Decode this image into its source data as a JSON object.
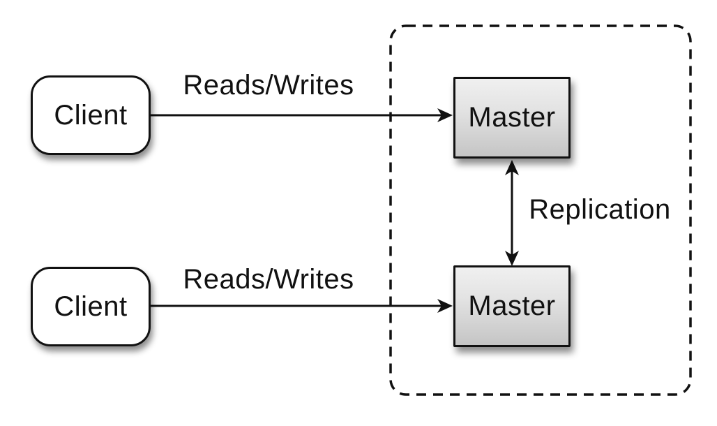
{
  "nodes": {
    "client_top": {
      "label": "Client"
    },
    "client_bottom": {
      "label": "Client"
    },
    "master_top": {
      "label": "Master"
    },
    "master_bottom": {
      "label": "Master"
    }
  },
  "edge_labels": {
    "reads_writes_top": "Reads/Writes",
    "reads_writes_bottom": "Reads/Writes",
    "replication": "Replication"
  },
  "boundary": {
    "style": "dashed-rounded-rectangle"
  },
  "colors": {
    "background": "#ffffff",
    "stroke": "#111111",
    "client_fill": "#ffffff",
    "master_gradient_top": "#f0f0f0",
    "master_gradient_bottom": "#c5c5c5",
    "shadow": "rgba(0,0,0,0.45)"
  }
}
